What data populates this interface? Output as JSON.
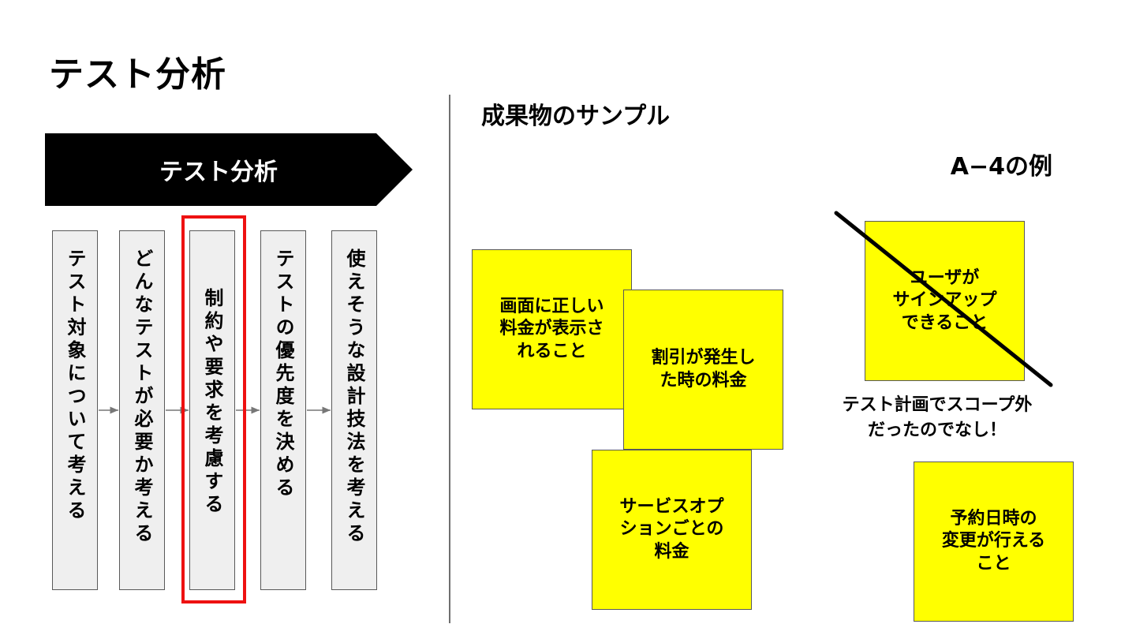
{
  "page_title": "テスト分析",
  "left": {
    "banner_label": "テスト分析",
    "steps": [
      "テスト対象について考える",
      "どんなテストが必要か考える",
      "制約や要求を考慮する",
      "テストの優先度を決める",
      "使えそうな設計技法を考える"
    ],
    "highlighted_step_index": 2,
    "highlight_color": "#ee1111"
  },
  "right": {
    "section_title": "成果物のサンプル",
    "example_label": "A−4の例",
    "sticky_color": "#ffff00",
    "stickies": [
      {
        "text": "画面に正しい\n料金が表示さ\nれること"
      },
      {
        "text": "割引が発生し\nた時の料金"
      },
      {
        "text": "サービスオプ\nションごとの\n料金"
      },
      {
        "text": "ユーザが\nサインアップ\nできること",
        "crossed_out": true
      },
      {
        "text": "予約日時の\n変更が行える\nこと"
      }
    ],
    "note": "テスト計画でスコープ外\nだったのでなし！"
  }
}
